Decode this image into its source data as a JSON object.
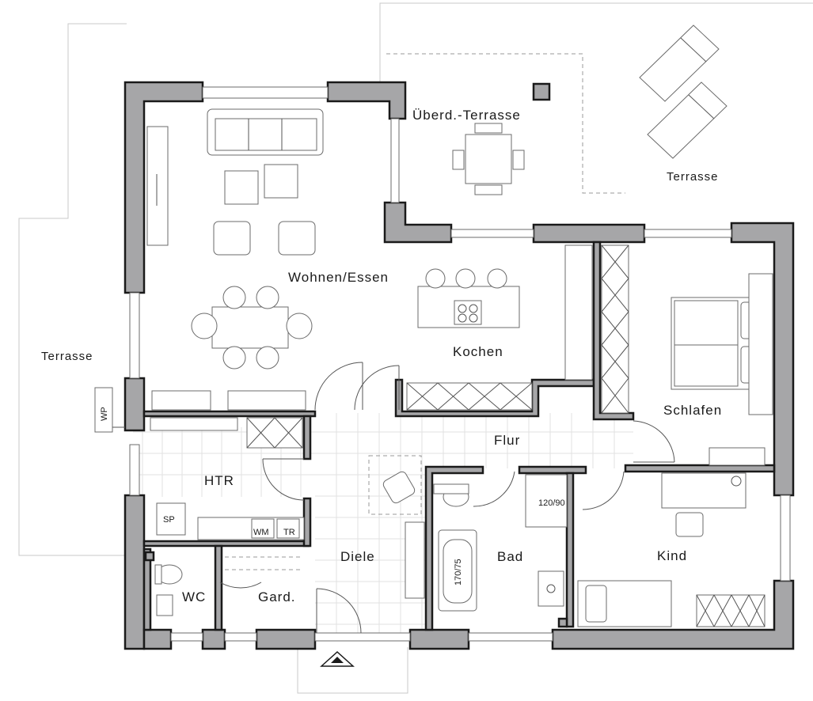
{
  "rooms": {
    "wohnen": "Wohnen/Essen",
    "kochen": "Kochen",
    "schlafen": "Schlafen",
    "flur": "Flur",
    "htr": "HTR",
    "diele": "Diele",
    "bad": "Bad",
    "kind": "Kind",
    "wc": "WC",
    "gard": "Gard.",
    "terrasse_west": "Terrasse",
    "terrasse_east": "Terrasse",
    "ueberd_terrasse": "Überd.-Terrasse"
  },
  "fixtures": {
    "wp": "WP",
    "sp": "SP",
    "wm": "WM",
    "tr": "TR",
    "shower": "120/90",
    "bathtub": "170/75"
  }
}
